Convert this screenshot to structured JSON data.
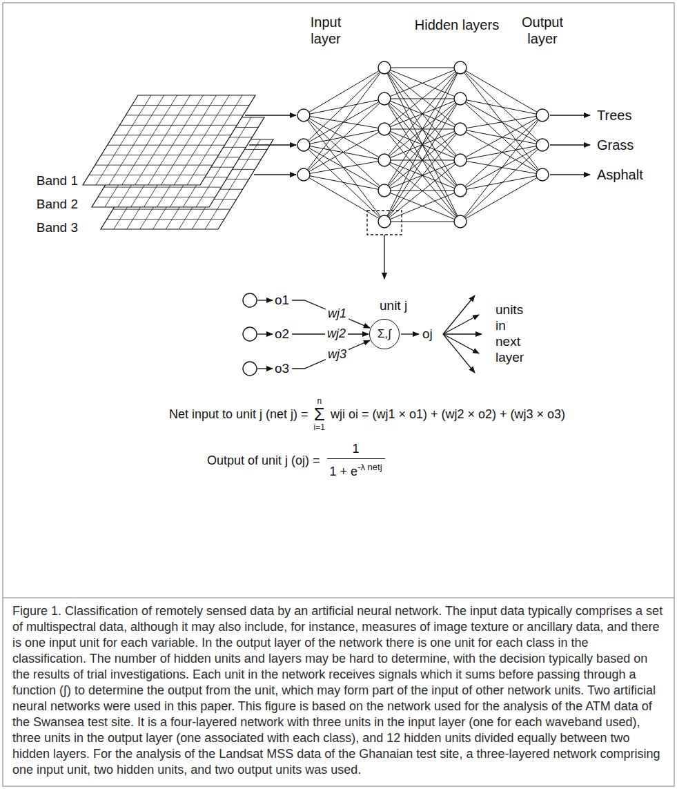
{
  "diagram": {
    "caption": "Figure 1. Classification of remotely sensed data by an artificial neural network. The input data typically comprises a set of multispectral data, although it may also include, for instance, measures of image texture or ancillary data, and there is one input unit for each variable. In the output layer of the network there is one unit for each class in the classification. The number of hidden units and layers may be hard to determine, with the decision typically based on the results of trial investigations. Each unit in the network receives signals which it sums before passing through a function (∫) to determine the output from the unit, which may form part of the input of other network units. Two artificial neural networks were used in this paper. This figure is based on the network used for the analysis of the ATM data of the Swansea test site. It is a four-layered network with three units in the input layer (one for each waveband used), three units in the output layer (one associated with each class), and 12 hidden units divided equally between two hidden layers. For the analysis of the Landsat MSS data of the Ghanaian test site, a three-layered network comprising one input unit, two hidden units, and two output units was used.",
    "nodes": [
      {
        "text": [
          "o1"
        ]
      },
      {
        "text": [
          "o2"
        ]
      },
      {
        "text": [
          "o3"
        ]
      },
      {
        "text": [
          "unit j",
          "Σ,∫"
        ]
      }
    ],
    "edges": [
      {
        "from": 0,
        "to": 3,
        "label": "wj1",
        "arrow": "to"
      },
      {
        "from": 1,
        "to": 3,
        "label": "wj2",
        "arrow": "to"
      },
      {
        "from": 2,
        "to": 3,
        "label": "wj3",
        "arrow": "to"
      }
    ],
    "labels": [
      "Input layer",
      "Hidden layers",
      "Output layer",
      "Trees",
      "Grass",
      "Asphalt",
      "Band 1",
      "Band 2",
      "Band 3",
      "oj",
      "units in next layer",
      "Net input to unit j (net j) =",
      "Σ",
      "n",
      "i=1",
      "wji oi = (wj1 × o1) + (wj2 × o2) + (wj3 × o3)",
      "Output of unit j (oj) =",
      "1",
      "1 + e",
      "-λ netj"
    ]
  }
}
